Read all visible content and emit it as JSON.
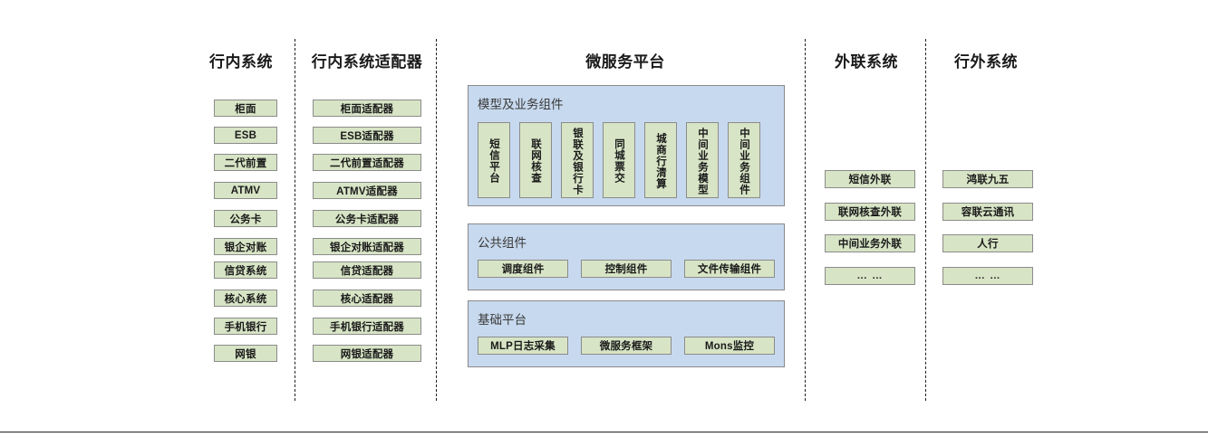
{
  "diagram": {
    "columns": [
      {
        "id": "internal-systems",
        "title": "行内系统",
        "items": [
          "柜面",
          "ESB",
          "二代前置",
          "ATMV",
          "公务卡",
          "银企对账",
          "信贷系统",
          "核心系统",
          "手机银行",
          "网银"
        ]
      },
      {
        "id": "internal-system-adapters",
        "title": "行内系统适配器",
        "items": [
          "柜面适配器",
          "ESB适配器",
          "二代前置适配器",
          "ATMV适配器",
          "公务卡适配器",
          "银企对账适配器",
          "信贷适配器",
          "核心适配器",
          "手机银行适配器",
          "网银适配器"
        ]
      },
      {
        "id": "microservice-platform",
        "title": "微服务平台"
      },
      {
        "id": "external-link-systems",
        "title": "外联系统",
        "items": [
          "短信外联",
          "联网核查外联",
          "中间业务外联",
          "… …"
        ]
      },
      {
        "id": "outside-bank-systems",
        "title": "行外系统",
        "items": [
          "鸿联九五",
          "容联云通讯",
          "人行",
          "… …"
        ]
      }
    ],
    "platform": {
      "groups": [
        {
          "id": "model-business-components",
          "title": "模型及业务组件",
          "orientation": "vertical",
          "items": [
            "短信平台",
            "联网核查",
            "银联及银行卡",
            "同城票交",
            "城商行清算",
            "中间业务模型",
            "中间业务组件"
          ]
        },
        {
          "id": "public-components",
          "title": "公共组件",
          "orientation": "horizontal",
          "items": [
            "调度组件",
            "控制组件",
            "文件传输组件"
          ]
        },
        {
          "id": "base-platform",
          "title": "基础平台",
          "orientation": "horizontal",
          "items": [
            "MLP日志采集",
            "微服务框架",
            "Mons监控"
          ]
        }
      ]
    },
    "colors": {
      "node_fill": "#d7e4c5",
      "node_border": "#8b8b8b",
      "panel_fill": "#c7d9ee",
      "panel_border": "#8a8a8a",
      "divider": "#1f1f1f",
      "text": "#1a1a1a"
    }
  }
}
